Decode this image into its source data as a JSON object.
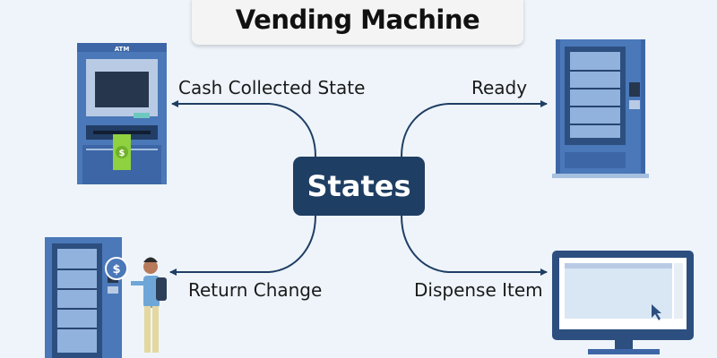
{
  "title": "Vending Machine",
  "center": "States",
  "states": {
    "cash_collected": "Cash Collected State",
    "ready": "Ready",
    "return_change": "Return Change",
    "dispense_item": "Dispense Item"
  },
  "illustrations": {
    "atm": "ATM",
    "atm_bill_symbol": "$",
    "customer_coin_symbol": "$"
  },
  "colors": {
    "connector": "#1f3e63",
    "center_box": "#1f3e63",
    "machine_blue": "#4a78b8",
    "cash_green": "#8fd13f"
  }
}
